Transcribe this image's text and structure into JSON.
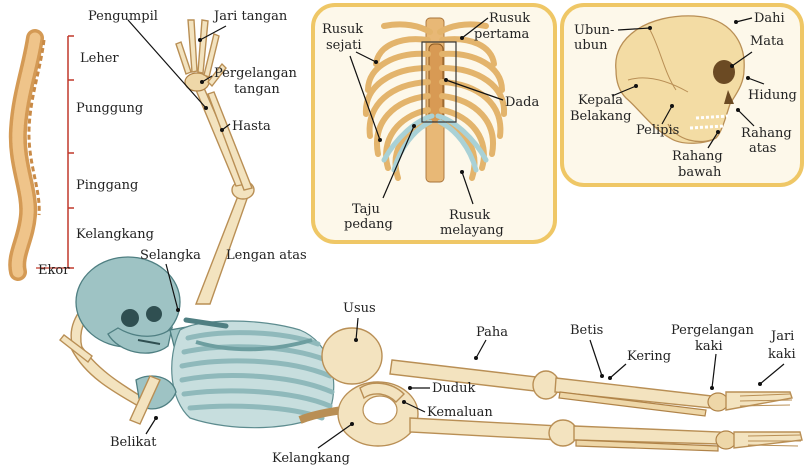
{
  "labels": {
    "leher": "Leher",
    "punggung": "Punggung",
    "pinggang": "Pinggang",
    "kelangkang_spine": "Kelangkang",
    "ekor": "Ekor",
    "pengumpil": "Pengumpil",
    "jari_tangan": "Jari tangan",
    "pergelangan_tangan_1": "Pergelangan",
    "pergelangan_tangan_2": "tangan",
    "hasta": "Hasta",
    "selangka": "Selangka",
    "lengan_atas": "Lengan atas",
    "rusuk_sejati_1": "Rusuk",
    "rusuk_sejati_2": "sejati",
    "rusuk_pertama_1": "Rusuk",
    "rusuk_pertama_2": "pertama",
    "dada": "Dada",
    "taju_pedang_1": "Taju",
    "taju_pedang_2": "pedang",
    "rusuk_melayang_1": "Rusuk",
    "rusuk_melayang_2": "melayang",
    "ubun_ubun_1": "Ubun-",
    "ubun_ubun_2": "ubun",
    "dahi": "Dahi",
    "mata": "Mata",
    "kepala_belakang_1": "Kepala",
    "kepala_belakang_2": "Belakang",
    "hidung": "Hidung",
    "pelipis": "Pelipis",
    "rahang_atas_1": "Rahang",
    "rahang_atas_2": "atas",
    "rahang_bawah_1": "Rahang",
    "rahang_bawah_2": "bawah",
    "usus": "Usus",
    "paha": "Paha",
    "betis": "Betis",
    "pergelangan_kaki_1": "Pergelangan",
    "pergelangan_kaki_2": "kaki",
    "jari_kaki_1": "Jari",
    "jari_kaki_2": "kaki",
    "kering": "Kering",
    "duduk": "Duduk",
    "kemaluan": "Kemaluan",
    "belikat": "Belikat",
    "kelangkang_pelvis": "Kelangkang"
  },
  "colors": {
    "bone": "#f3e3bf",
    "bone_outline": "#b98f55",
    "thorax_teal": "#9ec3c4",
    "inset_border": "#efc766",
    "bracket_red": "#c0392b"
  }
}
